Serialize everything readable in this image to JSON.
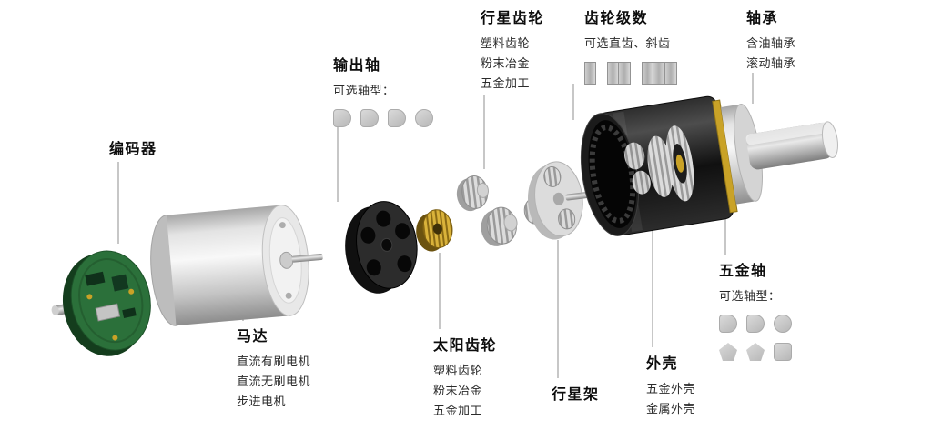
{
  "annotations": {
    "encoder": {
      "title": "编码器"
    },
    "output_shaft": {
      "title": "输出轴",
      "subtitle": "可选轴型："
    },
    "planetary_gear": {
      "title": "行星齿轮",
      "items": [
        "塑料齿轮",
        "粉末冶金",
        "五金加工"
      ]
    },
    "gear_stages": {
      "title": "齿轮级数",
      "subtitle": "可选直齿、斜齿"
    },
    "bearing": {
      "title": "轴承",
      "items": [
        "含油轴承",
        "滚动轴承"
      ]
    },
    "motor": {
      "title": "马达",
      "items": [
        "直流有刷电机",
        "直流无刷电机",
        "步进电机"
      ]
    },
    "sun_gear": {
      "title": "太阳齿轮",
      "items": [
        "塑料齿轮",
        "粉末冶金",
        "五金加工"
      ]
    },
    "planet_carrier": {
      "title": "行星架"
    },
    "housing": {
      "title": "外壳",
      "items": [
        "五金外壳",
        "金属外壳"
      ]
    },
    "metal_shaft": {
      "title": "五金轴",
      "subtitle": "可选轴型："
    }
  },
  "icons": {
    "output_shaft_types": [
      "d-cut-shaft-icon",
      "d-cut-shaft-icon",
      "d-cut-shaft-icon",
      "round-shaft-icon"
    ],
    "metal_shaft_types": [
      "d-cut-shaft-icon",
      "d-cut-shaft-icon",
      "round-shaft-icon",
      "pentagon-shaft-icon",
      "pentagon-shaft-icon",
      "square-shaft-icon"
    ],
    "gear_stage_options": [
      "one-stage-icon",
      "two-stage-icon",
      "three-stage-icon"
    ]
  },
  "colors": {
    "background": "#ffffff",
    "title_text": "#0d0d0d",
    "body_text": "#2b2b2b",
    "leader_line": "#8f8f8f",
    "pcb_green": "#2b703a",
    "brass": "#c9a227",
    "housing_black": "#1c1c1c",
    "metal_silver": "#d6d6d6"
  }
}
